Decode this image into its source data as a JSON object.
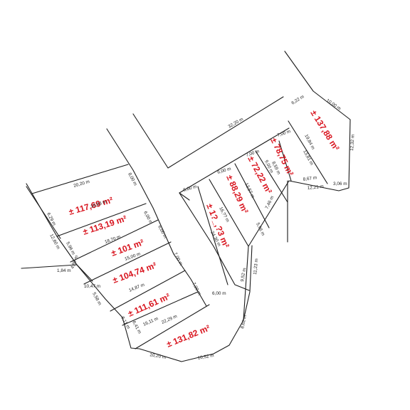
{
  "plot_areas": [
    "± 117,69 m²",
    "± 113,19 m²",
    "± 101 m²",
    "± 104,74 m²",
    "± 111,61 m²",
    "± 131,82 m²",
    "± 1?_,?3 m²",
    "± 88,29 m²",
    "± 72,22 m²",
    "± 78,75 m²",
    "± 137,88 m²"
  ],
  "dimensions": [
    "20,20 m",
    "18,83 m",
    "18,70 m",
    "15,00 m",
    "14,87 m",
    "16,11 m",
    "22,29 m",
    "6,29 m",
    "5,96 m",
    "12,60 m",
    "4,89 m",
    "1,84 m",
    "10,47 m",
    "5,58 m",
    "8,11 m",
    "6,41 m",
    "10,20 m",
    "10,52 m",
    "8,00 m",
    "6,00 m",
    "6,00 m",
    "7,00 m",
    "7,00 m",
    "6,00 m",
    "6,00 m",
    "6,00 m",
    "16,?? m",
    "24,30 m",
    "9,52 m",
    "11,23 m",
    "8,62 m",
    "7,00 m",
    "12,57 m",
    "5,96 m",
    "7,00 m",
    "8,59 m",
    "9,00 m",
    "7,46 m",
    "32,20 m",
    "6,22 m",
    "10,00 m",
    "19,84 m",
    "13,81 m",
    "12,32 m",
    "8,67 m",
    "12,21 m",
    "3,06 m"
  ],
  "colors": {
    "lines": "#1a1a1a",
    "area_text": "#d8141e",
    "dim_text": "#222222"
  }
}
